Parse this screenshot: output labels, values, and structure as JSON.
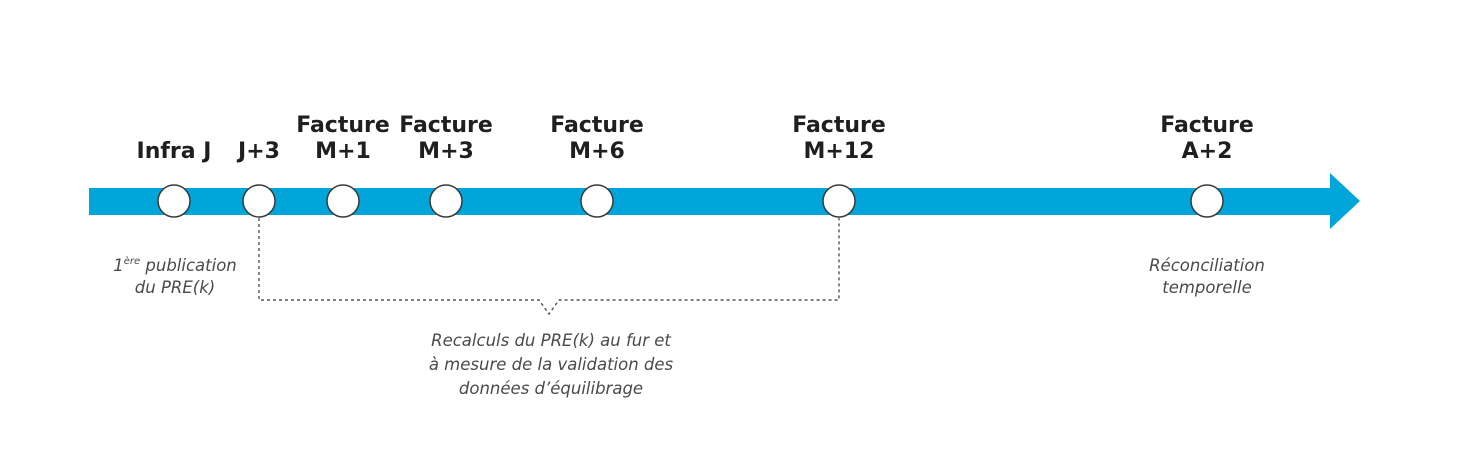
{
  "colors": {
    "timeline": "#00a6da",
    "marker_fill": "#ffffff",
    "marker_stroke": "#3a3a3a",
    "label_text": "#1f1f1f",
    "note_text": "#4a4a4a",
    "dashed_line": "#555555"
  },
  "milestones": [
    {
      "line1": "Infra J",
      "line2": ""
    },
    {
      "line1": "J+3",
      "line2": ""
    },
    {
      "line1": "Facture",
      "line2": "M+1"
    },
    {
      "line1": "Facture",
      "line2": "M+3"
    },
    {
      "line1": "Facture",
      "line2": "M+6"
    },
    {
      "line1": "Facture",
      "line2": "M+12"
    },
    {
      "line1": "Facture",
      "line2": "A+2"
    }
  ],
  "notes": {
    "first_publication": {
      "prefix": "1",
      "superscript": "ère",
      "line1_rest": " publication",
      "line2": "du PRE(k)"
    },
    "reconciliation": {
      "line1": "Réconciliation",
      "line2": "temporelle"
    },
    "recalculation": {
      "line1": "Recalculs du PRE(k) au fur et",
      "line2": "à mesure de la validation des",
      "line3": "données d’équilibrage"
    }
  }
}
